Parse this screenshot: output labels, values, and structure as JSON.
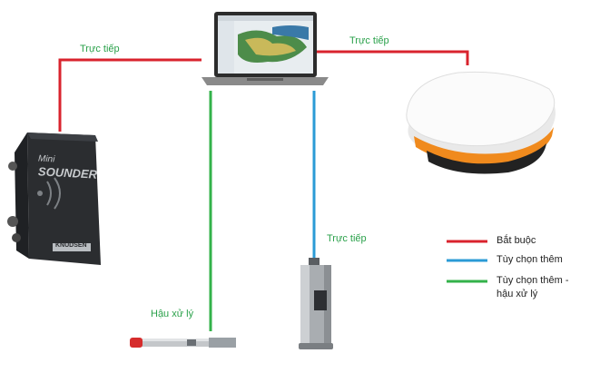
{
  "connections": {
    "laptop_to_sounder": "Trực tiếp",
    "laptop_to_gnss": "Trực tiếp",
    "laptop_to_sensor": "Trực tiếp",
    "laptop_to_probe": "Hậu xử lý"
  },
  "sounder_text": {
    "brand_top": "Mini",
    "brand_main": "SOUNDER",
    "maker": "KNUDSEN"
  },
  "legend": [
    {
      "color": "#d9232d",
      "label": "Bắt buộc"
    },
    {
      "color": "#2b9bd6",
      "label": "Tùy chọn thêm"
    },
    {
      "color": "#33b24a",
      "label_line1": "Tùy chọn thêm -",
      "label_line2": "hậu xử lý"
    }
  ],
  "colors": {
    "required": "#d9232d",
    "optional": "#2b9bd6",
    "postprocess": "#33b24a"
  }
}
